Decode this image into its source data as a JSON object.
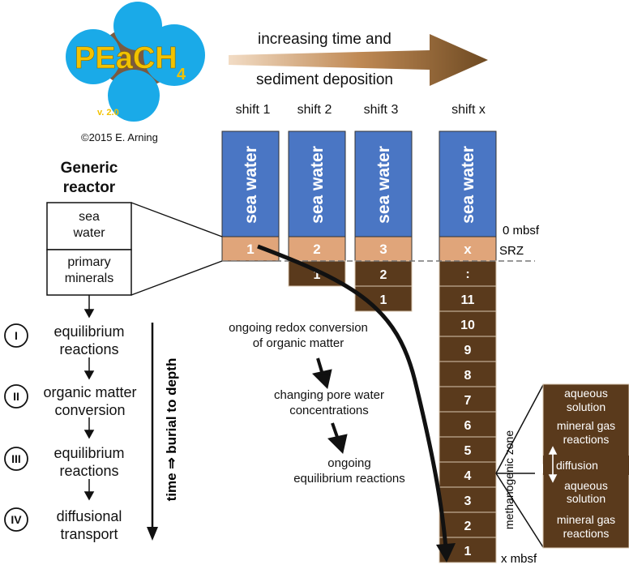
{
  "logo": {
    "text_main": "PEaCH",
    "text_sub": "4",
    "version": "v. 2.0",
    "copyright": "©2015 E. Arning"
  },
  "arrow_label": {
    "line1": "increasing time and",
    "line2": "sediment deposition"
  },
  "shifts": {
    "labels": [
      "shift 1",
      "shift 2",
      "shift 3",
      "shift x"
    ],
    "sea_water": "sea water",
    "srz_labels": [
      "1",
      "2",
      "3",
      "x"
    ],
    "shift2_below": [
      "1"
    ],
    "shift3_below": [
      "2",
      "1"
    ],
    "shiftx_below": [
      ":",
      "11",
      "10",
      "9",
      "8",
      "7",
      "6",
      "5",
      "4",
      "3",
      "2",
      "1"
    ]
  },
  "depth_labels": {
    "top": "0 mbsf",
    "srz": "SRZ",
    "bottom": "x mbsf"
  },
  "reactor": {
    "title_line1": "Generic",
    "title_line2": "reactor",
    "box_top": [
      "sea",
      "water"
    ],
    "box_bottom": [
      "primary",
      "minerals"
    ]
  },
  "steps": [
    {
      "numeral": "I",
      "lines": [
        "equilibrium",
        "reactions"
      ]
    },
    {
      "numeral": "II",
      "lines": [
        "organic matter",
        "conversion"
      ]
    },
    {
      "numeral": "III",
      "lines": [
        "equilibrium",
        "reactions"
      ]
    },
    {
      "numeral": "IV",
      "lines": [
        "diffusional",
        "transport"
      ]
    }
  ],
  "time_axis": "time ⇒ burial to depth",
  "center_text": {
    "redox": [
      "ongoing redox conversion",
      "of organic matter"
    ],
    "pore": [
      "changing pore water",
      "concentrations"
    ],
    "equil": [
      "ongoing",
      "equilibrium reactions"
    ]
  },
  "methanogenic_zone": "methanogenic zone",
  "zone_box": {
    "top": [
      "aqueous",
      "solution",
      "mineral  gas",
      "reactions"
    ],
    "diffusion": "diffusion",
    "bottom": [
      "aqueous",
      "solution",
      "mineral  gas",
      "reactions"
    ]
  },
  "colors": {
    "sea": "#4a76c4",
    "srz": "#e0a57a",
    "sediment": "#5a3a1c",
    "logo_blue": "#1aaae8",
    "logo_brown": "#7a5a40",
    "logo_text": "#f2c200"
  }
}
